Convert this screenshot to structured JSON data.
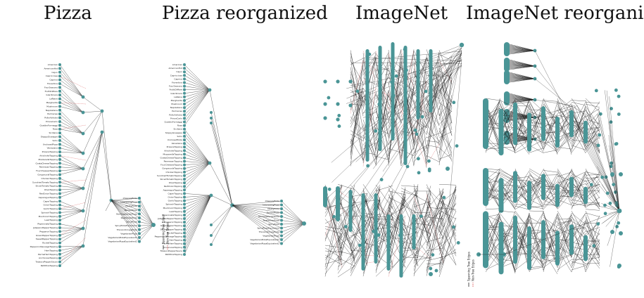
{
  "panels": [
    {
      "title": "Pizza"
    },
    {
      "title": "Pizza reorganized"
    },
    {
      "title": "ImageNet"
    },
    {
      "title": "ImageNet reorganized"
    }
  ],
  "legend": {
    "spanning": "Spanning Tree Edges",
    "non_tree": "Non-Tree Edges"
  },
  "colors": {
    "node": "#4a9596",
    "tree_edge": "#222222",
    "non_tree_edge": "#d23b3b"
  },
  "pizza_labels": [
    "American",
    "AmericanHot",
    "Cajun",
    "Capricciosa",
    "Caprina",
    "Fiorentina",
    "FourSeasons",
    "FruttiDiMare",
    "Giardiniera",
    "LaReine",
    "Margherita",
    "Mushroom",
    "Napoletana",
    "Parmense",
    "PolloAdAstra",
    "PrinceCarlo",
    "QuattroFormaggi",
    "Rosa",
    "Siciliana",
    "SloppyGiuseppe",
    "Soho",
    "UnclosedPizza",
    "Veneziana",
    "PrawnsTopping",
    "ArtichokeTopping",
    "MozzarellaTopping",
    "GoatsCheeseTopping",
    "ParmesanTopping",
    "FourCheesesTopping",
    "GorgonzolaTopping",
    "ChickenTopping",
    "SundriedTomatoTopping",
    "SlicedTomatoTopping",
    "OliveTopping",
    "RedOnionTopping",
    "AsparagusTopping",
    "CaperTopping",
    "OnionTopping",
    "GarlicTopping",
    "SpinachTopping",
    "MushroomTopping",
    "LeekTopping",
    "PeperonataTopping",
    "JalapenoPepperTopping",
    "PepperonTopping",
    "GreenPepperTopping",
    "SweetPepperTopping",
    "RocketTopping",
    "PepperoniSausageTopping",
    "HamTopping",
    "ParmaHamTopping",
    "AnchoviesTopping",
    "TobascoPepperSauce",
    "PetitPoisTopping"
  ],
  "pizza_right_labels": [
    "CheeseyPizza",
    "InterestingPizza",
    "MeatyPizza",
    "NamedPizza",
    "NonVegetarianPizza",
    "RealItalianPizza",
    "SpicyPizza",
    "SpicyPizzaEquivalent",
    "ThinAndCrispyPizza",
    "VegetarianPizza",
    "VegetarianPizzaEquivalent1",
    "VegetarianPizzaEquivalent2"
  ]
}
